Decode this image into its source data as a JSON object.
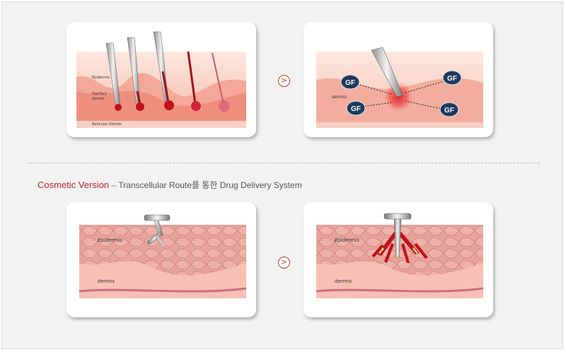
{
  "section": {
    "title": "Cosmetic Version",
    "separator": "–",
    "subtitle": "Transcellular Route를 통한 Drug Delivery System"
  },
  "arrow_symbol": ">",
  "panel1": {
    "layers": [
      "Epidermis",
      "Papillary dermis",
      "Reticular Dermis"
    ],
    "papillary_line1": "Papillary",
    "papillary_line2": "dermis"
  },
  "panel2": {
    "layer": "dermis",
    "gf_label": "GF"
  },
  "panel3": {
    "layer_top": "Epidermis",
    "layer_bottom": "dermis"
  },
  "panel4": {
    "layer_top": "Epidermis",
    "layer_bottom": "dermis"
  },
  "colors": {
    "accent": "#c0272d",
    "skin_light": "#fbd9cf",
    "skin_mid": "#f3a99a",
    "blood": "#b3121f",
    "gf_bubble": "#1f3a5a"
  }
}
